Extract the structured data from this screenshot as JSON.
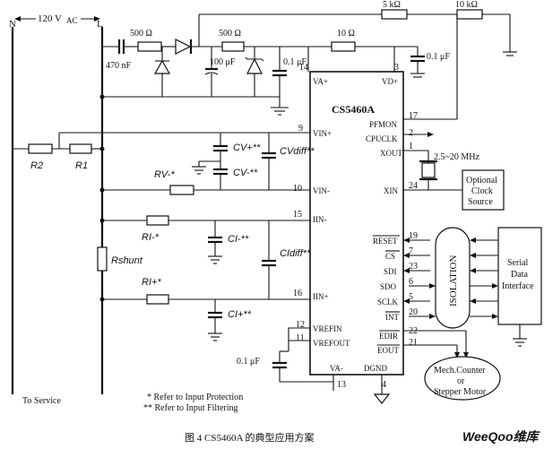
{
  "line_labels": {
    "neutral": "N",
    "line": "L",
    "supply_voltage": "120 V",
    "supply_voltage_sub": "AC"
  },
  "supply_components": {
    "cap_470nf": "470 nF",
    "res_500_top": "500 Ω",
    "cap_100uf": "100 μF",
    "res_500_mid": "500 Ω",
    "cap_01uf_left": "0.1 μF",
    "res_10_mid": "10 Ω",
    "cap_01uf_right": "0.1 μF",
    "res_5k": "5 kΩ",
    "res_10k": "10 kΩ"
  },
  "chip": {
    "name": "CS5460A",
    "pins_left": [
      {
        "num": "9",
        "name": "VIN+"
      },
      {
        "num": "10",
        "name": "VIN-"
      },
      {
        "num": "15",
        "name": "IIN-"
      },
      {
        "num": "16",
        "name": "IIN+"
      },
      {
        "num": "12",
        "name": "VREFIN"
      },
      {
        "num": "11",
        "name": "VREFOUT"
      }
    ],
    "pins_top": [
      {
        "num": "14",
        "name": "VA+"
      },
      {
        "num": "3",
        "name": "VD+"
      }
    ],
    "pins_right": [
      {
        "num": "17",
        "name": "PFMON"
      },
      {
        "num": "2",
        "name": "CPUCLK"
      },
      {
        "num": "1",
        "name": "XOUT"
      },
      {
        "num": "24",
        "name": "XIN"
      },
      {
        "num": "19",
        "name": "RESET"
      },
      {
        "num": "7",
        "name": "CS"
      },
      {
        "num": "23",
        "name": "SDI"
      },
      {
        "num": "6",
        "name": "SDO"
      },
      {
        "num": "5",
        "name": "SCLK"
      },
      {
        "num": "20",
        "name": "INT"
      },
      {
        "num": "22",
        "name": "EDIR"
      },
      {
        "num": "21",
        "name": "EOUT"
      }
    ],
    "pins_bottom": [
      {
        "num": "13",
        "name": "VA-"
      },
      {
        "num": "4",
        "name": "DGND"
      }
    ]
  },
  "input_components": {
    "r2": "R2",
    "r1": "R1",
    "cv_plus": "CV+**",
    "cvdiff": "CVdiff**",
    "cv_minus": "CV-**",
    "rv_minus": "RV-*",
    "ri_minus": "RI-*",
    "ci_minus": "CI-**",
    "rshunt": "Rshunt",
    "cidiff": "CIdiff**",
    "ri_plus": "RI+*",
    "ci_plus": "CI+**",
    "ref_cap": "0.1 μF"
  },
  "crystal_freq": "2.5~20 MHz",
  "optional_clock": [
    "Optional",
    "Clock",
    "Source"
  ],
  "isolation_label": "ISOLATION",
  "serial_interface": [
    "Serial",
    "Data",
    "Interface"
  ],
  "counter_motor": [
    "Mech.Counter",
    "or",
    "Stepper Motor"
  ],
  "to_service": "To Service",
  "notes": [
    "* Refer to Input Protection",
    "** Refer to Input Filtering"
  ],
  "caption": "图 4   CS5460A 的典型应用方案",
  "watermark": "WeeQoo维库"
}
